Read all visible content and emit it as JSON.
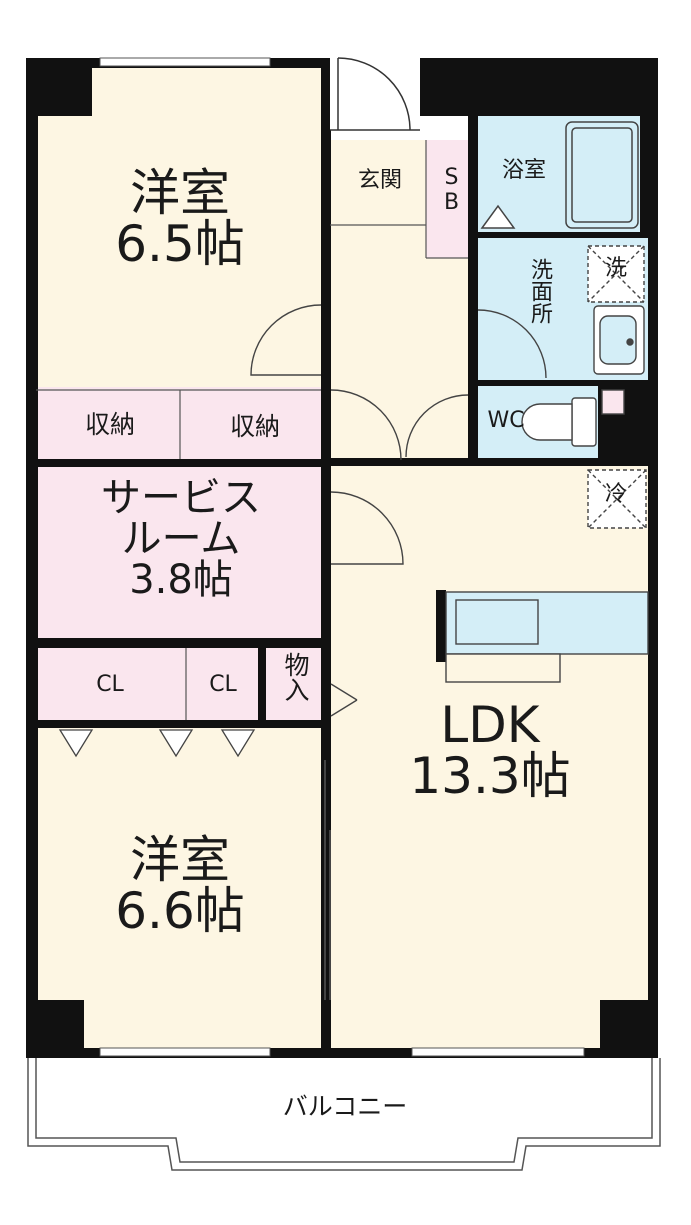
{
  "rooms": {
    "western1": {
      "name": "洋室",
      "size": "6.5帖"
    },
    "western2": {
      "name": "洋室",
      "size": "6.6帖"
    },
    "service": {
      "line1": "サービス",
      "line2": "ルーム",
      "size": "3.8帖"
    },
    "ldk": {
      "name": "LDK",
      "size": "13.3帖"
    },
    "genkan": "玄関",
    "sb": "SB",
    "bath": "浴室",
    "washroom": "洗面所",
    "wc": "WC",
    "storage1": "収納",
    "storage2": "収納",
    "cl1": "CL",
    "cl2": "CL",
    "monoire": "物入",
    "balcony": "バルコニー",
    "washer": "洗",
    "fridge": "冷"
  },
  "colors": {
    "room_fill": "#fdf6e3",
    "storage_fill": "#fae6ee",
    "wet_fill": "#d4eef7",
    "wall": "#111111",
    "line": "#555555"
  }
}
